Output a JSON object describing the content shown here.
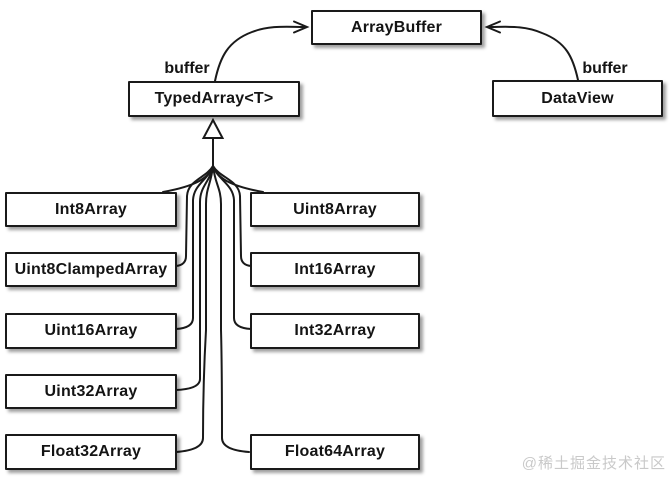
{
  "diagram": {
    "nodes": {
      "array_buffer": {
        "label": "ArrayBuffer"
      },
      "typed_array": {
        "label": "TypedArray<T>"
      },
      "data_view": {
        "label": "DataView"
      }
    },
    "edges": {
      "typed_array_buffer_label": "buffer",
      "data_view_buffer_label": "buffer"
    },
    "subclasses": {
      "left": [
        "Int8Array",
        "Uint8ClampedArray",
        "Uint16Array",
        "Uint32Array",
        "Float32Array"
      ],
      "right": [
        "Uint8Array",
        "Int16Array",
        "Int32Array",
        "Float64Array"
      ]
    },
    "watermark": "@稀土掘金技术社区",
    "colors": {
      "line": "#1a1a1a",
      "box_background": "#ffffff",
      "watermark": "#c9c9c9"
    }
  }
}
